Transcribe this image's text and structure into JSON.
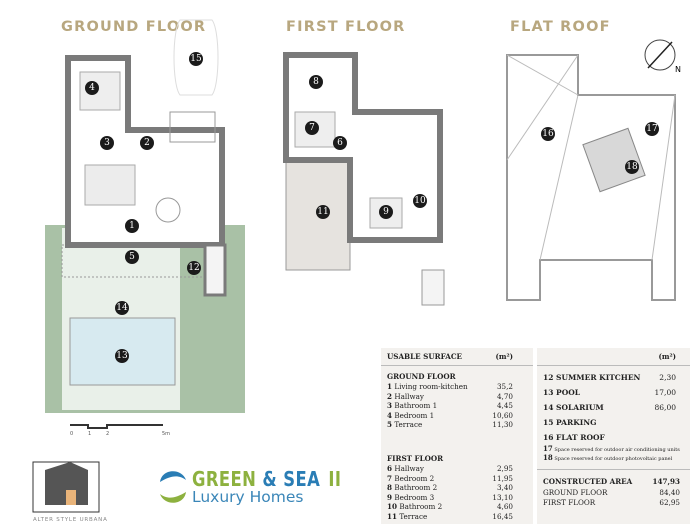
{
  "titles": {
    "ground": "GROUND FLOOR",
    "first": "FIRST FLOOR",
    "roof": "FLAT ROOF"
  },
  "markers": {
    "m1": "1",
    "m2": "2",
    "m3": "3",
    "m4": "4",
    "m5": "5",
    "m6": "6",
    "m7": "7",
    "m8": "8",
    "m9": "9",
    "m10": "10",
    "m11": "11",
    "m12": "12",
    "m13": "13",
    "m14": "14",
    "m15": "15",
    "m16": "16",
    "m17": "17",
    "m18": "18"
  },
  "compass": {
    "label": "N"
  },
  "scale_bar": {
    "ticks": [
      "0",
      "1",
      "2",
      "5m"
    ]
  },
  "table_left": {
    "header": "USABLE SURFACE",
    "unit": "(m²)",
    "ground": {
      "label": "GROUND FLOOR",
      "rows": [
        {
          "n": "1",
          "name": "Living room-kitchen",
          "value": "35,2"
        },
        {
          "n": "2",
          "name": "Hallway",
          "value": "4,70"
        },
        {
          "n": "3",
          "name": "Bathroom 1",
          "value": "4,45"
        },
        {
          "n": "4",
          "name": "Bedroom 1",
          "value": "10,60"
        },
        {
          "n": "5",
          "name": "Terrace",
          "value": "11,30"
        }
      ]
    },
    "first": {
      "label": "FIRST FLOOR",
      "rows": [
        {
          "n": "6",
          "name": "Hallway",
          "value": "2,95"
        },
        {
          "n": "7",
          "name": "Bedroom 2",
          "value": "11,95"
        },
        {
          "n": "8",
          "name": "Bathroom 2",
          "value": "3,40"
        },
        {
          "n": "9",
          "name": "Bedroom 3",
          "value": "13,10"
        },
        {
          "n": "10",
          "name": "Bathroom 2",
          "value": "4,60"
        },
        {
          "n": "11",
          "name": "Terrace",
          "value": "16,45"
        }
      ]
    }
  },
  "table_right": {
    "unit": "(m²)",
    "rows": [
      {
        "name": "12 SUMMER KITCHEN",
        "value": "2,30"
      },
      {
        "name": "13 POOL",
        "value": "17,00"
      },
      {
        "name": "14 SOLARIUM",
        "value": "86,00"
      },
      {
        "name": "15 PARKING",
        "value": ""
      },
      {
        "name": "16 FLAT ROOF",
        "value": ""
      }
    ],
    "notes": [
      {
        "n": "17",
        "text": "Space reserved for outdoor air conditioning units"
      },
      {
        "n": "18",
        "text": "Space reserved for outdoor photovoltaic panel"
      }
    ],
    "totals": [
      {
        "name": "CONSTRUCTED AREA",
        "value": "147,93"
      },
      {
        "name": "GROUND FLOOR",
        "value": "84,40"
      },
      {
        "name": "FIRST FLOOR",
        "value": "62,95"
      }
    ]
  },
  "logos": {
    "alter": "ALTER STYLE URBANA",
    "brand_green": "GREEN",
    "brand_amp": "&",
    "brand_sea": "SEA",
    "brand_ii": "II",
    "brand_sub": "Luxury Homes"
  },
  "colors": {
    "title": "#b8a77f",
    "garden": "#a9c1a6",
    "pool": "#d7eaf0",
    "wall": "#7a7a7a",
    "brand_green": "#8db13f",
    "brand_blue": "#2a7db5"
  }
}
